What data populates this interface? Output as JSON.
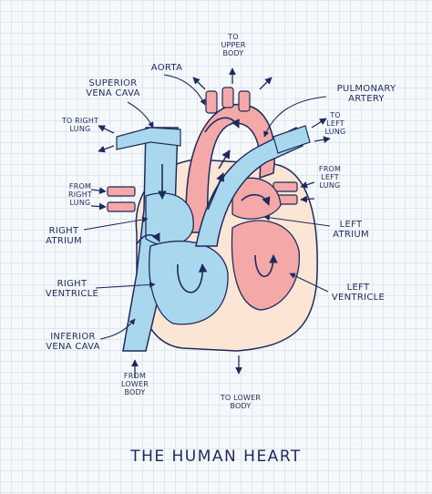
{
  "title": "THE HUMAN HEART",
  "labels": {
    "aorta": "AORTA",
    "to_upper_body": "TO\nUPPER\nBODY",
    "superior_vena_cava": "SUPERIOR\nVENA CAVA",
    "pulmonary_artery": "PULMONARY\nARTERY",
    "to_right_lung": "TO RIGHT\nLUNG",
    "to_left_lung": "TO\nLEFT\nLUNG",
    "from_right_lung": "FROM\nRIGHT\nLUNG",
    "from_left_lung": "FROM\nLEFT\nLUNG",
    "right_atrium": "RIGHT\nATRIUM",
    "left_atrium": "LEFT\nATRIUM",
    "right_ventricle": "RIGHT\nVENTRICLE",
    "left_ventricle": "LEFT\nVENTRICLE",
    "inferior_vena_cava": "INFERIOR\nVENA CAVA",
    "from_lower_body": "FROM\nLOWER\nBODY",
    "to_lower_body": "TO LOWER\nBODY"
  },
  "colors": {
    "ink": "#1f2a5c",
    "deoxygenated": "#a9d8ee",
    "oxygenated": "#f4a9a8",
    "muscle": "#fbe6d6",
    "grid": "#dde6ef"
  }
}
